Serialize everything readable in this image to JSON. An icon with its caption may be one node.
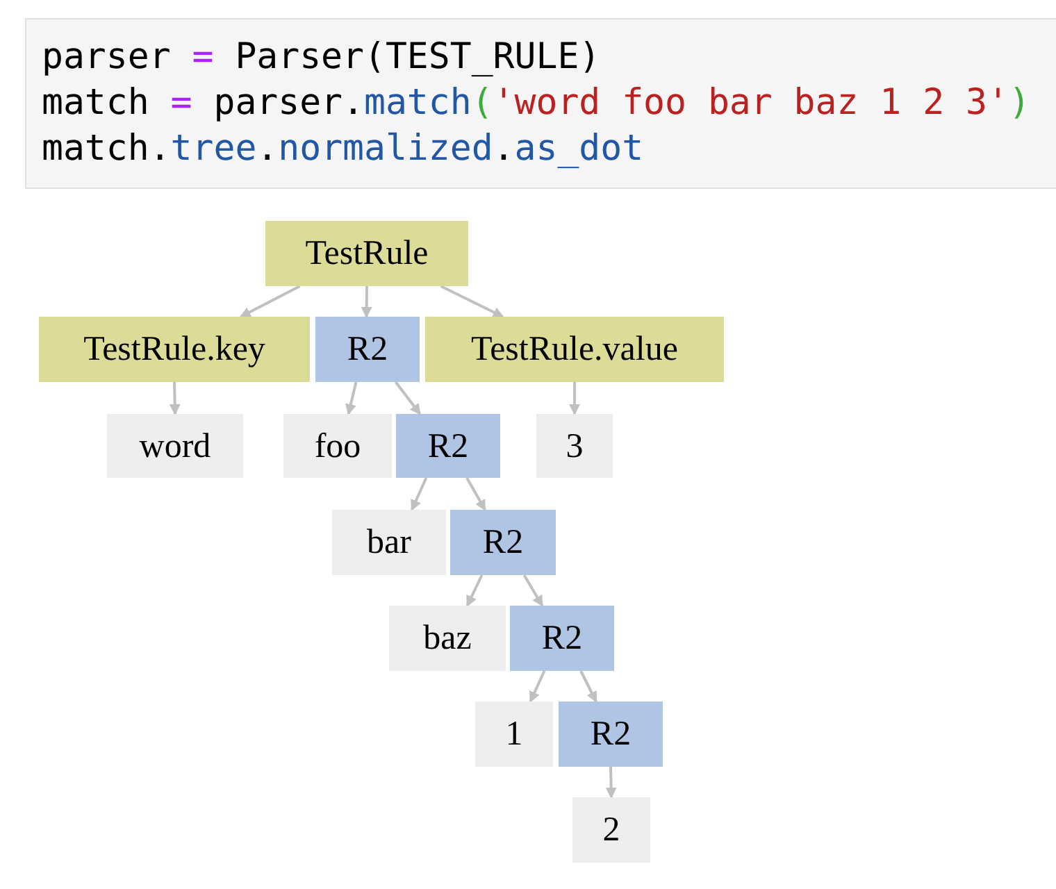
{
  "diagram": {
    "nodes": [
      {
        "text": [
          "parser = Parser(TEST_RULE)",
          "match = parser.match('word foo bar baz 1 2 3')",
          "match.tree.normalized.as_dot"
        ]
      },
      {
        "text": [
          "TestRule"
        ]
      },
      {
        "text": [
          "TestRule.key"
        ]
      },
      {
        "text": [
          "R2"
        ]
      },
      {
        "text": [
          "TestRule.value"
        ]
      },
      {
        "text": [
          "word"
        ]
      },
      {
        "text": [
          "foo"
        ]
      },
      {
        "text": [
          "R2"
        ]
      },
      {
        "text": [
          "3"
        ]
      },
      {
        "text": [
          "bar"
        ]
      },
      {
        "text": [
          "R2"
        ]
      },
      {
        "text": [
          "baz"
        ]
      },
      {
        "text": [
          "R2"
        ]
      },
      {
        "text": [
          "1"
        ]
      },
      {
        "text": [
          "R2"
        ]
      },
      {
        "text": [
          "2"
        ]
      }
    ],
    "edges": [
      {
        "from": 1,
        "to": 2,
        "arrow": "to"
      },
      {
        "from": 1,
        "to": 3,
        "arrow": "to"
      },
      {
        "from": 1,
        "to": 4,
        "arrow": "to"
      },
      {
        "from": 2,
        "to": 5,
        "arrow": "to"
      },
      {
        "from": 3,
        "to": 6,
        "arrow": "to"
      },
      {
        "from": 3,
        "to": 7,
        "arrow": "to"
      },
      {
        "from": 4,
        "to": 8,
        "arrow": "to"
      },
      {
        "from": 7,
        "to": 9,
        "arrow": "to"
      },
      {
        "from": 7,
        "to": 10,
        "arrow": "to"
      },
      {
        "from": 10,
        "to": 11,
        "arrow": "to"
      },
      {
        "from": 10,
        "to": 12,
        "arrow": "to"
      },
      {
        "from": 12,
        "to": 13,
        "arrow": "to"
      },
      {
        "from": 12,
        "to": 14,
        "arrow": "to"
      },
      {
        "from": 14,
        "to": 15,
        "arrow": "to"
      }
    ]
  }
}
